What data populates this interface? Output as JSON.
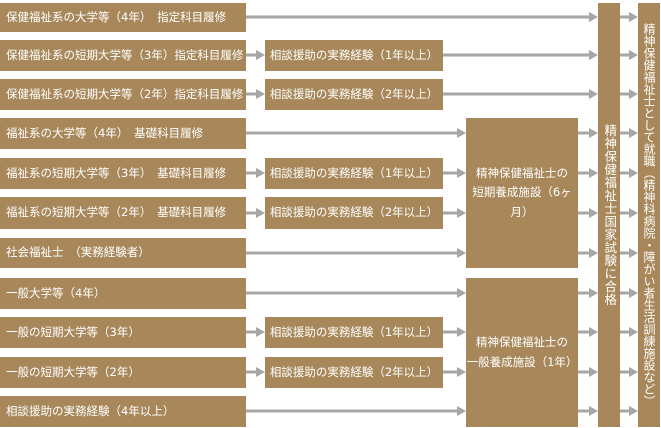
{
  "diagram": {
    "colors": {
      "box": "#a8885a",
      "arrow": "#a6a6a6",
      "text": "#ffffff"
    },
    "routes": [
      {
        "label": "保健福祉系の大学等（4年）　指定科目履修",
        "experience": ""
      },
      {
        "label": "保健福祉系の短期大学等（3年）指定科目履修",
        "experience": "相談援助の実務経験（1年以上）"
      },
      {
        "label": "保健福祉系の短期大学等（2年）指定科目履修",
        "experience": "相談援助の実務経験（2年以上）"
      },
      {
        "label": "福祉系の大学等（4年）　基礎科目履修",
        "experience": ""
      },
      {
        "label": "福祉系の短期大学等（3年）　基礎科目履修",
        "experience": "相談援助の実務経験（1年以上）"
      },
      {
        "label": "福祉系の短期大学等（2年）　基礎科目履修",
        "experience": "相談援助の実務経験（2年以上）"
      },
      {
        "label": "社会福祉士　（実務経験者）",
        "experience": ""
      },
      {
        "label": "一般大学等（4年）",
        "experience": ""
      },
      {
        "label": "一般の短期大学等（3年）",
        "experience": "相談援助の実務経験（1年以上）"
      },
      {
        "label": "一般の短期大学等（2年）",
        "experience": "相談援助の実務経験（2年以上）"
      },
      {
        "label": "相談援助の実務経験（4年以上）",
        "experience": ""
      }
    ],
    "training": {
      "short": {
        "line1": "精神保健福祉士の",
        "line2": "短期養成施設（6ヶ月）"
      },
      "general": {
        "line1": "精神保健福祉士の",
        "line2": "一般養成施設（1年）"
      }
    },
    "exam": "精神保健福祉士国家試験に合格",
    "career": "精神保健福祉士として就職（精神科病院・障がい者生活訓練施設など）"
  }
}
